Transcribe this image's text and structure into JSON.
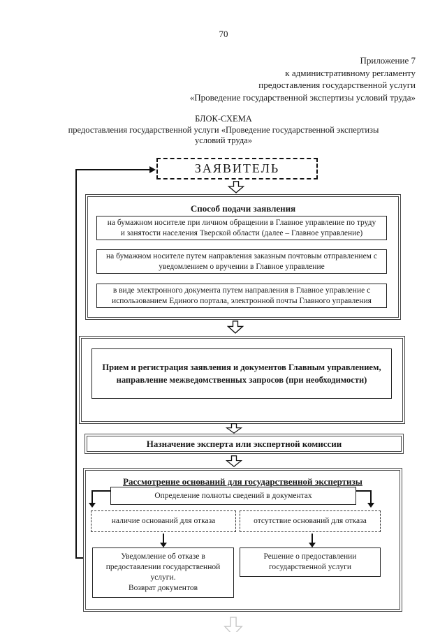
{
  "page": {
    "number": "70"
  },
  "appendix": {
    "lines": [
      "Приложение 7",
      "к административному регламенту",
      "предоставления государственной услуги",
      "«Проведение государственной экспертизы условий труда»"
    ]
  },
  "scheme_title": {
    "lines": [
      "БЛОК-СХЕМА",
      "предоставления государственной услуги «Проведение государственной экспертизы",
      "условий труда»"
    ]
  },
  "flowchart": {
    "applicant": "ЗАЯВИТЕЛЬ",
    "submission": {
      "title": "Способ подачи заявления",
      "options": [
        "на бумажном носителе при личном обращении в Главное управление по труду\nи занятости населения Тверской области (далее – Главное управление)",
        "на бумажном носителе путем направления заказным почтовым отправлением с\nуведомлением о вручении в Главное управление",
        "в виде электронного документа путем направления в Главное управление с\nиспользованием Единого портала, электронной почты Главного управления"
      ]
    },
    "reception": "Прием и регистрация заявления и документов Главным управлением,\nнаправление межведомственных запросов (при необходимости)",
    "assignment": "Назначение эксперта или экспертной комиссии",
    "consideration": {
      "title": "Рассмотрение оснований для государственной экспертизы",
      "check": "Определение полноты сведений в документах",
      "branch_left": "наличие оснований для отказа",
      "branch_right": "отсутствие оснований для отказа",
      "outcome_left": "Уведомление об отказе в предоставлении государственной услуги.\nВозврат документов",
      "outcome_right": "Решение о предоставлении\nгосударственной услуги"
    }
  }
}
